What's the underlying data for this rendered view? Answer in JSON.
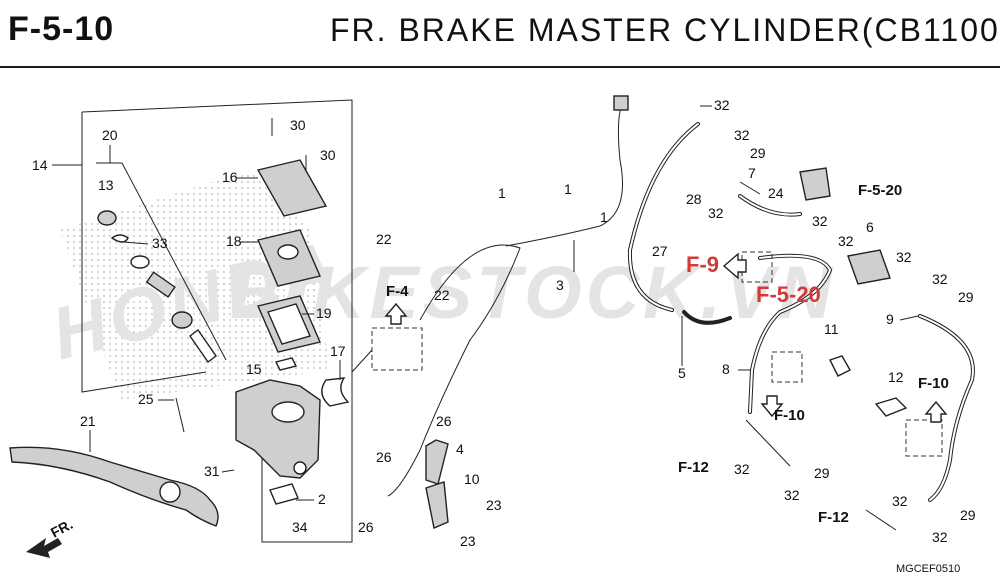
{
  "header": {
    "code": "F-5-10",
    "title": "FR. BRAKE MASTER CYLINDER(CB1100"
  },
  "watermark": {
    "site": "BIKESTOCK.VN",
    "brand": "HONDA"
  },
  "footer_code": "MGCEF0510",
  "front_indicator": "FR.",
  "refs": {
    "f4": "F-4",
    "f9": "F-9",
    "f520a": "F-5-20",
    "f520b": "F-5-20",
    "f10a": "F-10",
    "f10b": "F-10",
    "f12a": "F-12",
    "f12b": "F-12"
  },
  "callouts": {
    "c14": "14",
    "c20": "20",
    "c13": "13",
    "c33": "33",
    "c30a": "30",
    "c30b": "30",
    "c16": "16",
    "c18": "18",
    "c19": "19",
    "c15": "15",
    "c17": "17",
    "c22a": "22",
    "c22b": "22",
    "c25": "25",
    "c21": "21",
    "c31": "31",
    "c2": "2",
    "c34": "34",
    "c1a": "1",
    "c1b": "1",
    "c1c": "1",
    "c3": "3",
    "c26a": "26",
    "c26b": "26",
    "c26c": "26",
    "c4": "4",
    "c10": "10",
    "c23a": "23",
    "c23b": "23",
    "c32a": "32",
    "c32b": "32",
    "c29a": "29",
    "c28": "28",
    "c32c": "32",
    "c7": "7",
    "c24": "24",
    "c32d": "32",
    "c32e": "32",
    "c6": "6",
    "c27": "27",
    "c5": "5",
    "c32f": "32",
    "c32g": "32",
    "c29b": "29",
    "c9": "9",
    "c11": "11",
    "c8": "8",
    "c12": "12",
    "c32h": "32",
    "c29c": "29",
    "c32i": "32",
    "c32j": "32",
    "c32k": "32",
    "c29d": "29"
  }
}
